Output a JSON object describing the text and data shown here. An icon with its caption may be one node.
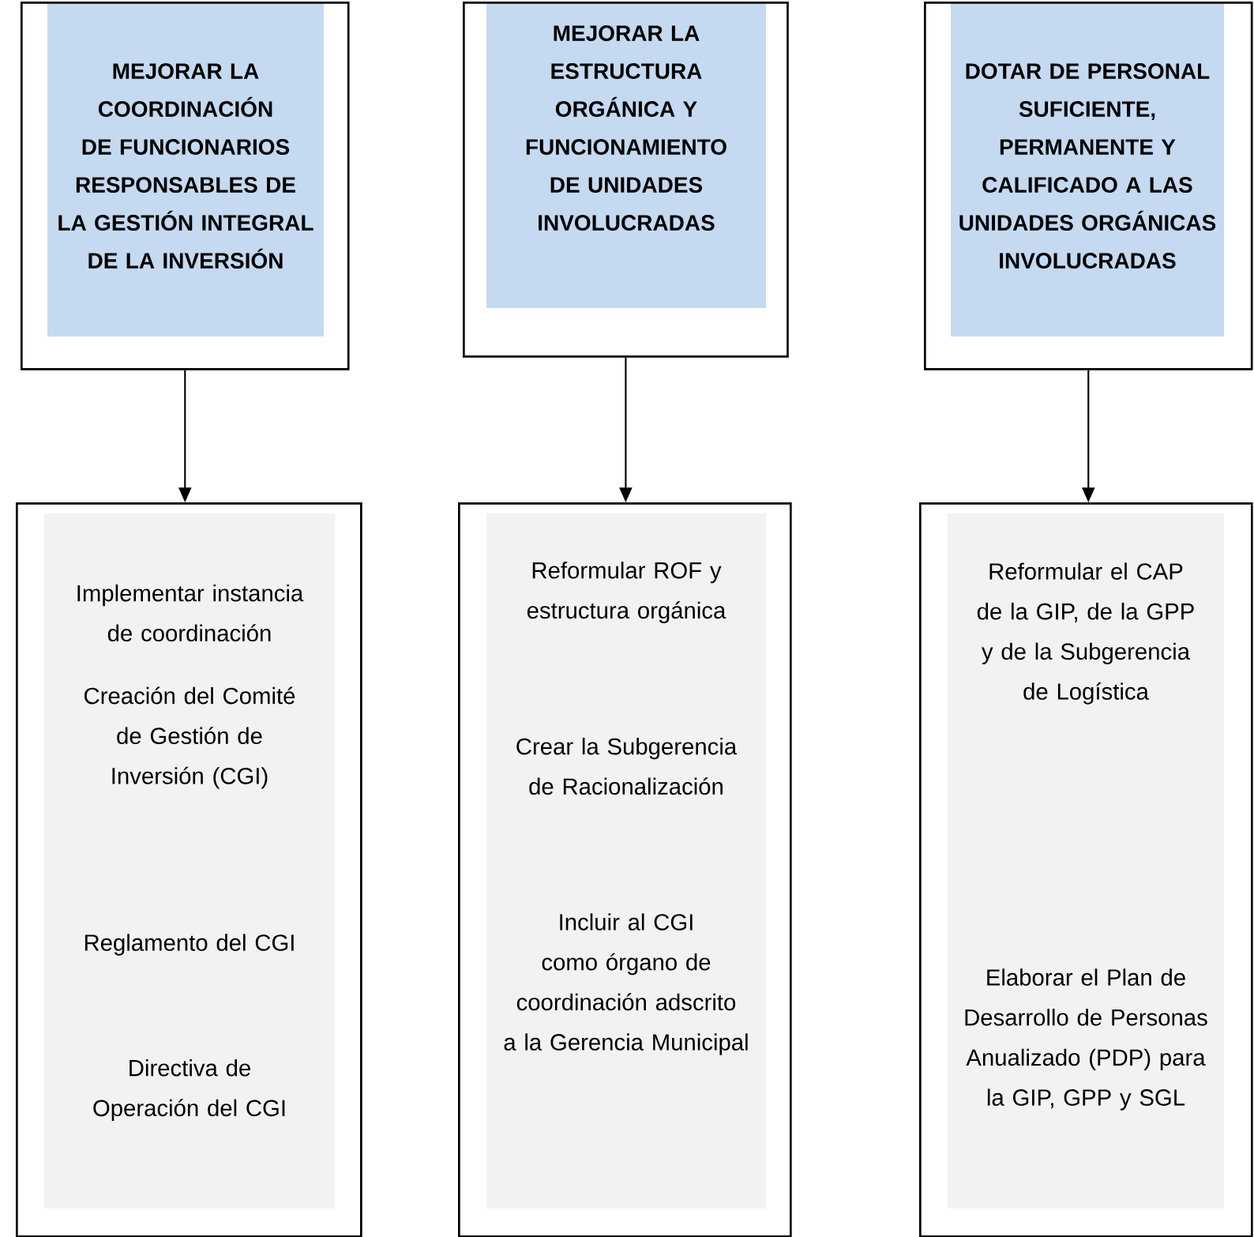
{
  "diagram": {
    "nodes": [
      {
        "text": [
          "MEJORAR LA COORDINACIÓN DE FUNCIONARIOS RESPONSABLES DE LA GESTIÓN INTEGRAL DE LA INVERSIÓN"
        ]
      },
      {
        "text": [
          "MEJORAR LA ESTRUCTURA ORGÁNICA Y FUNCIONAMIENTO DE UNIDADES INVOLUCRADAS"
        ]
      },
      {
        "text": [
          "DOTAR DE PERSONAL SUFICIENTE, PERMANENTE Y CALIFICADO A LAS UNIDADES ORGÁNICAS INVOLUCRADAS"
        ]
      },
      {
        "text": [
          "Implementar instancia de coordinación",
          "Creación del Comité de Gestión de Inversión (CGI)",
          "Reglamento del CGI",
          "Directiva de Operación del CGI"
        ]
      },
      {
        "text": [
          "Reformular ROF y estructura orgánica",
          "Crear la Subgerencia de Racionalización",
          "Incluir al CGI como órgano de coordinación adscrito a la Gerencia Municipal"
        ]
      },
      {
        "text": [
          "Reformular el CAP de la GIP, de la GPP y de la Subgerencia de Logística",
          "Elaborar el Plan de Desarrollo de Personas Anualizado (PDP) para la GIP, GPP y SGL"
        ]
      }
    ],
    "edges": [
      {
        "from": 0,
        "to": 3,
        "arrow": "to"
      },
      {
        "from": 1,
        "to": 4,
        "arrow": "to"
      },
      {
        "from": 2,
        "to": 5,
        "arrow": "to"
      }
    ]
  }
}
